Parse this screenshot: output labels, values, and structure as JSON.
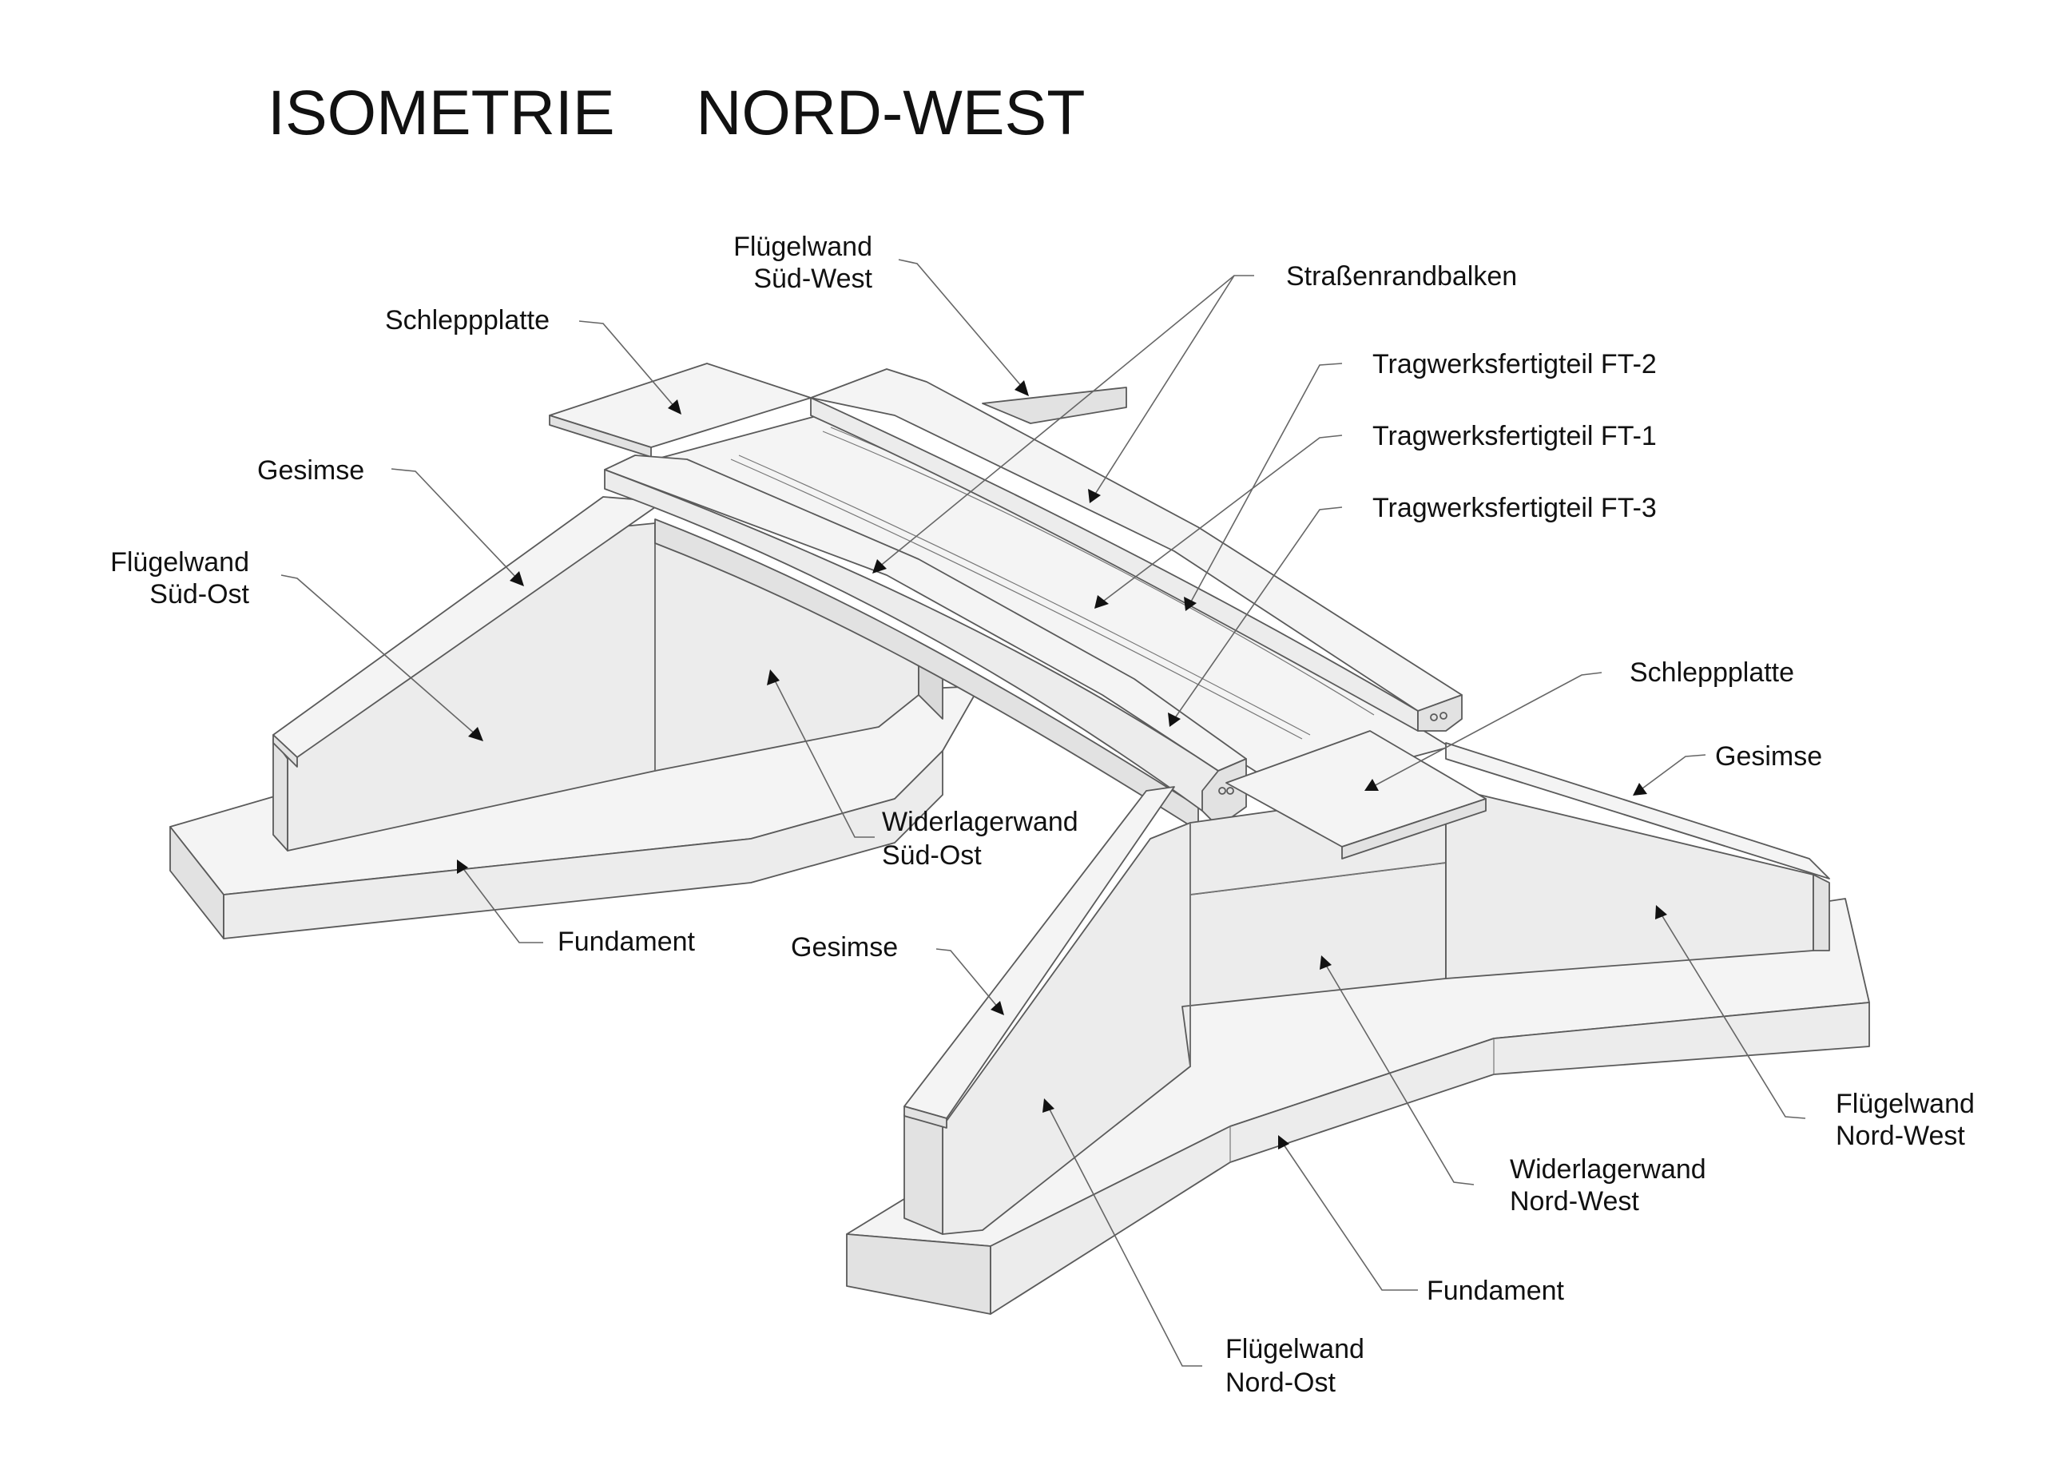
{
  "title": "ISOMETRIE   NORD-WEST",
  "labels": {
    "fluegelwand_sued_west_1": "Flügelwand",
    "fluegelwand_sued_west_2": "Süd-West",
    "strassenrandbalken": "Straßenrandbalken",
    "schleppplatte_left": "Schleppplatte",
    "tragwerk_ft2": "Tragwerksfertigteil FT-2",
    "tragwerk_ft1": "Tragwerksfertigteil FT-1",
    "tragwerk_ft3": "Tragwerksfertigteil FT-3",
    "gesimse_left": "Gesimse",
    "fluegelwand_sued_ost_1": "Flügelwand",
    "fluegelwand_sued_ost_2": "Süd-Ost",
    "schleppplatte_right": "Schleppplatte",
    "gesimse_right": "Gesimse",
    "widerlagerwand_sued_ost_1": "Widerlagerwand",
    "widerlagerwand_sued_ost_2": "Süd-Ost",
    "fundament_left": "Fundament",
    "gesimse_bottom": "Gesimse",
    "fluegelwand_nord_west_1": "Flügelwand",
    "fluegelwand_nord_west_2": "Nord-West",
    "widerlagerwand_nord_west_1": "Widerlagerwand",
    "widerlagerwand_nord_west_2": "Nord-West",
    "fundament_right": "Fundament",
    "fluegelwand_nord_ost_1": "Flügelwand",
    "fluegelwand_nord_ost_2": "Nord-Ost"
  }
}
